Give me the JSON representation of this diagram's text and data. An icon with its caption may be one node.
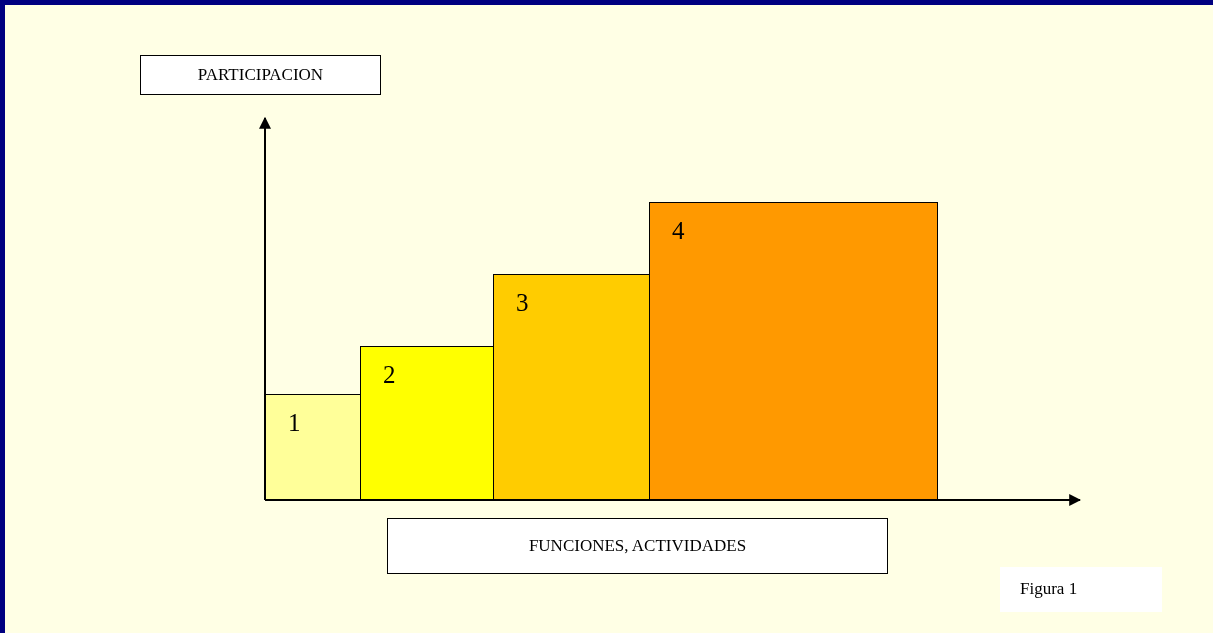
{
  "diagram": {
    "caption": "Figura 1",
    "nodes": [
      {
        "text": [
          "PARTICIPACION"
        ]
      },
      {
        "text": [
          "1"
        ]
      },
      {
        "text": [
          "2"
        ]
      },
      {
        "text": [
          "3"
        ]
      },
      {
        "text": [
          "4"
        ]
      },
      {
        "text": [
          "FUNCIONES, ACTIVIDADES"
        ]
      }
    ]
  }
}
